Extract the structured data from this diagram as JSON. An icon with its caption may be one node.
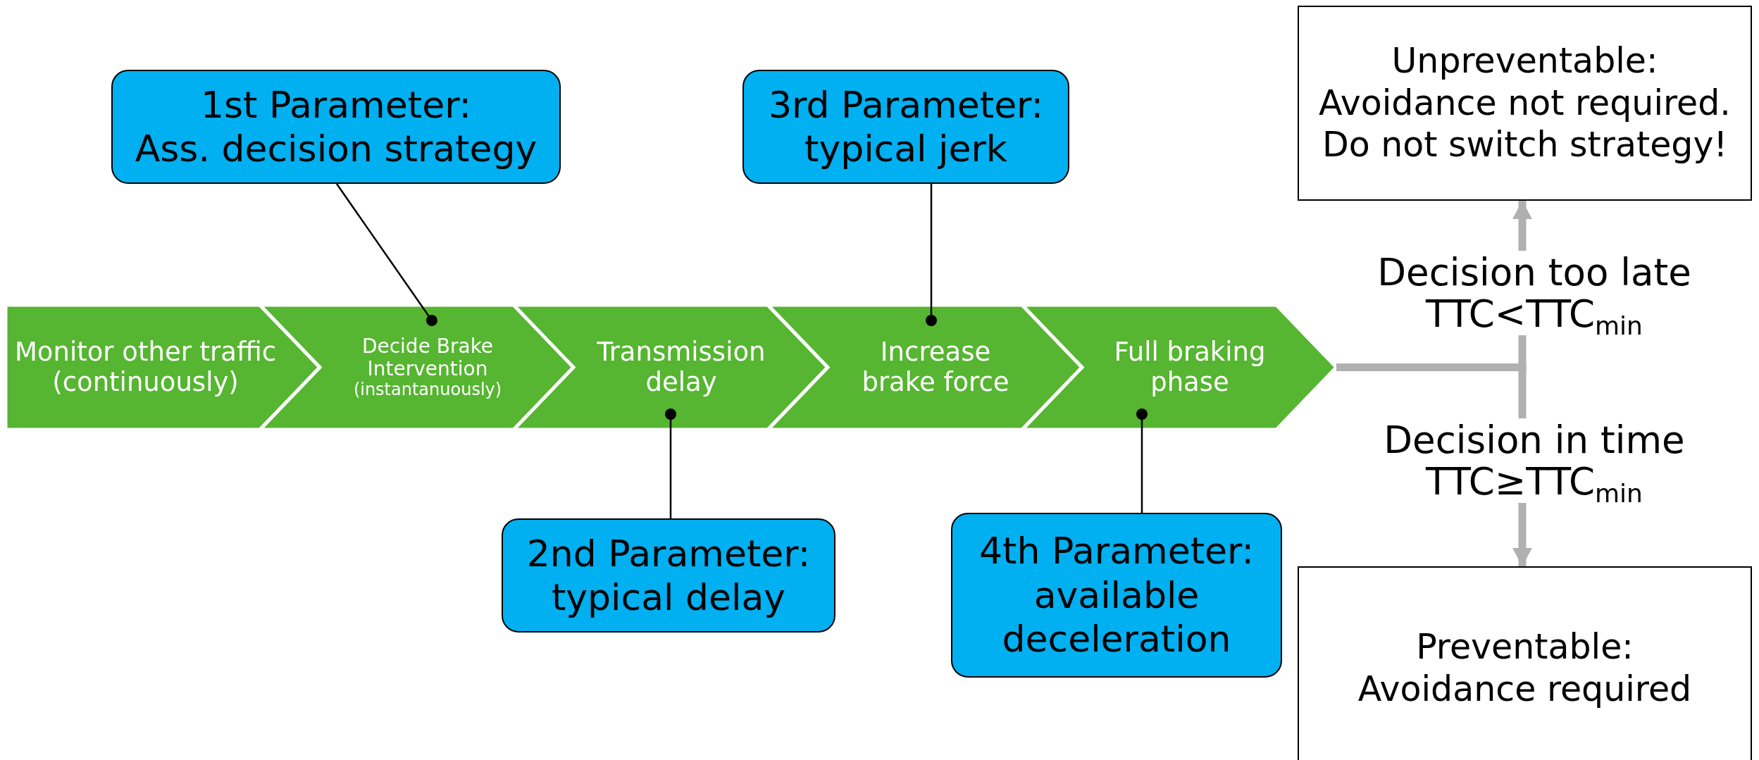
{
  "diagram": {
    "nodes": [
      {
        "text": [
          "1st Parameter:",
          "Ass. decision strategy"
        ]
      },
      {
        "text": [
          "3rd Parameter:",
          "typical jerk"
        ]
      },
      {
        "text": [
          "Unpreventable:",
          "Avoidance not required. Do not switch strategy!"
        ]
      },
      {
        "text": [
          "Monitor other traffic (continuously)"
        ]
      },
      {
        "text": [
          "Decide Brake Intervention",
          "(instantanuously)"
        ]
      },
      {
        "text": [
          "Transmission delay"
        ]
      },
      {
        "text": [
          "Increase brake force"
        ]
      },
      {
        "text": [
          "Full braking phase"
        ]
      },
      {
        "text": [
          "2nd Parameter:",
          "typical delay"
        ]
      },
      {
        "text": [
          "4th Parameter:",
          "available deceleration"
        ]
      },
      {
        "text": [
          "Preventable:",
          "Avoidance required"
        ]
      }
    ],
    "edges": [
      {
        "from": 0,
        "to": 4,
        "arrow": "other"
      },
      {
        "from": 1,
        "to": 6,
        "arrow": "other"
      },
      {
        "from": 8,
        "to": 5,
        "arrow": "other"
      },
      {
        "from": 9,
        "to": 7,
        "arrow": "other"
      },
      {
        "from": 7,
        "to": 2,
        "arrow": "to",
        "label": "Decision too late TTC<TTC$_{min}$",
        "style": "thick",
        "color": "#b0b0b0"
      },
      {
        "from": 7,
        "to": 10,
        "arrow": "to",
        "label": "Decision in time TTC≥TTC$_{min}$",
        "style": "thick",
        "color": "#b0b0b0"
      }
    ]
  }
}
